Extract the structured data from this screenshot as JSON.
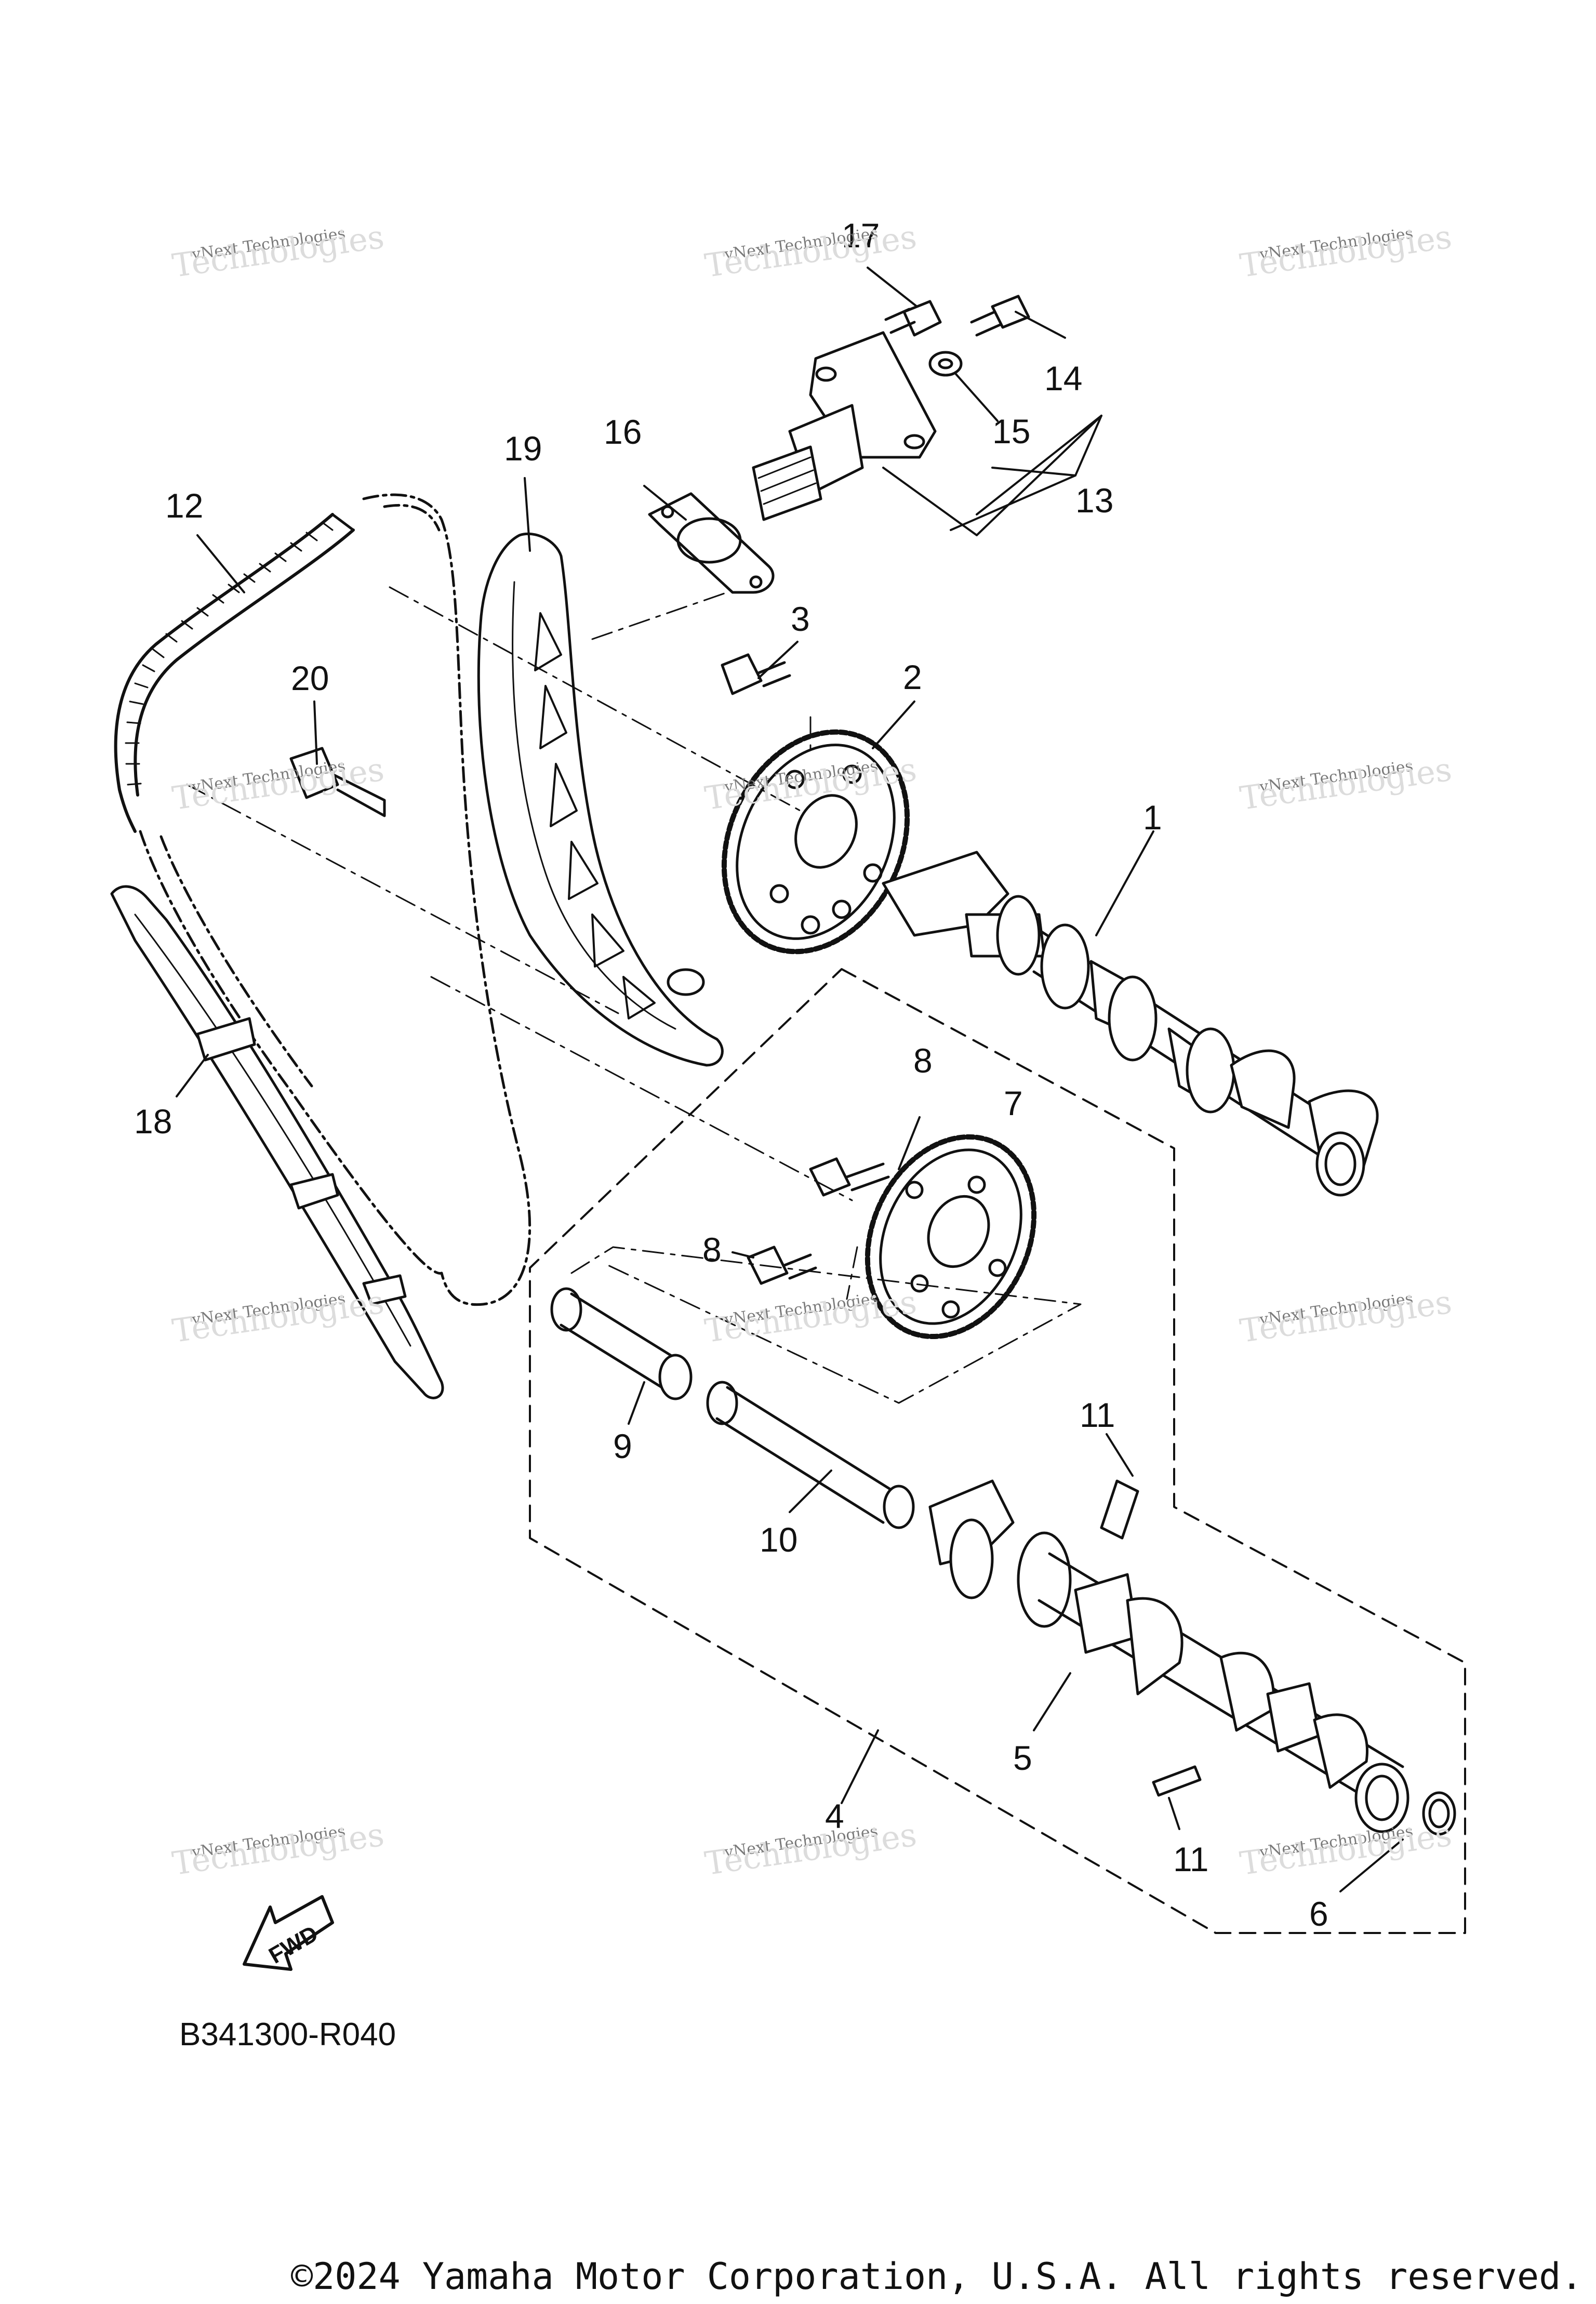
{
  "callouts": {
    "c1": "1",
    "c2": "2",
    "c3": "3",
    "c4": "4",
    "c5": "5",
    "c6": "6",
    "c7": "7",
    "c8a": "8",
    "c8b": "8",
    "c9": "9",
    "c10": "10",
    "c11a": "11",
    "c11b": "11",
    "c12": "12",
    "c13": "13",
    "c14": "14",
    "c15": "15",
    "c16": "16",
    "c17": "17",
    "c18": "18",
    "c19": "19",
    "c20": "20"
  },
  "fwd_label": "FWD",
  "diagram_code": "B341300-R040",
  "copyright": "©2024 Yamaha Motor Corporation, U.S.A. All rights reserved.",
  "watermark": {
    "line1": "vNext Technologies",
    "line2": "Technologies"
  }
}
